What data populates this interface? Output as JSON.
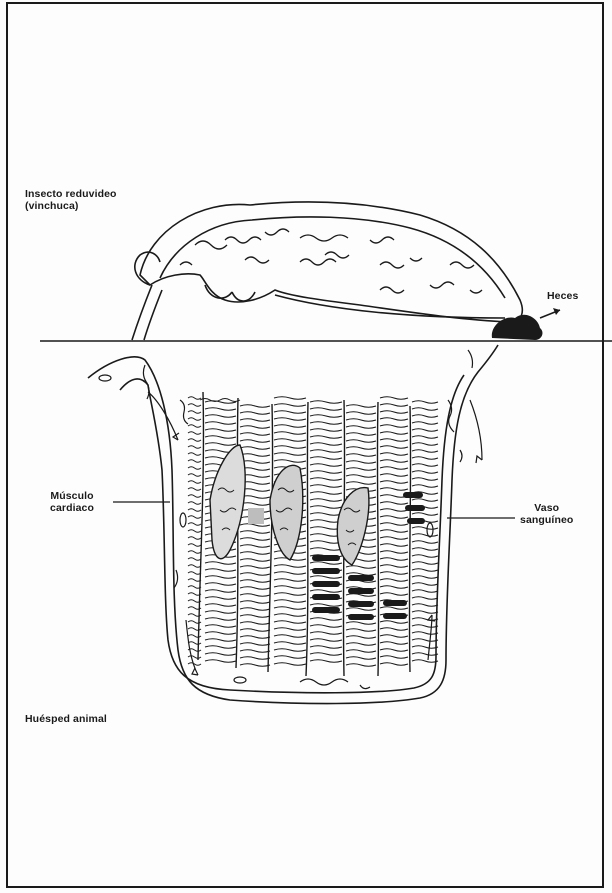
{
  "labels": {
    "insect_line1": "Insecto reduvideo",
    "insect_line2": "(vinchuca)",
    "heces": "Heces",
    "musculo_line1": "Músculo",
    "musculo_line2": "cardiaco",
    "vaso_line1": "Vaso",
    "vaso_line2": "sanguíneo",
    "huesped": "Huésped animal"
  },
  "colors": {
    "ink": "#1a1a1a",
    "paper": "#fdfdfd",
    "muscle_shade": "#bdbdbd"
  }
}
